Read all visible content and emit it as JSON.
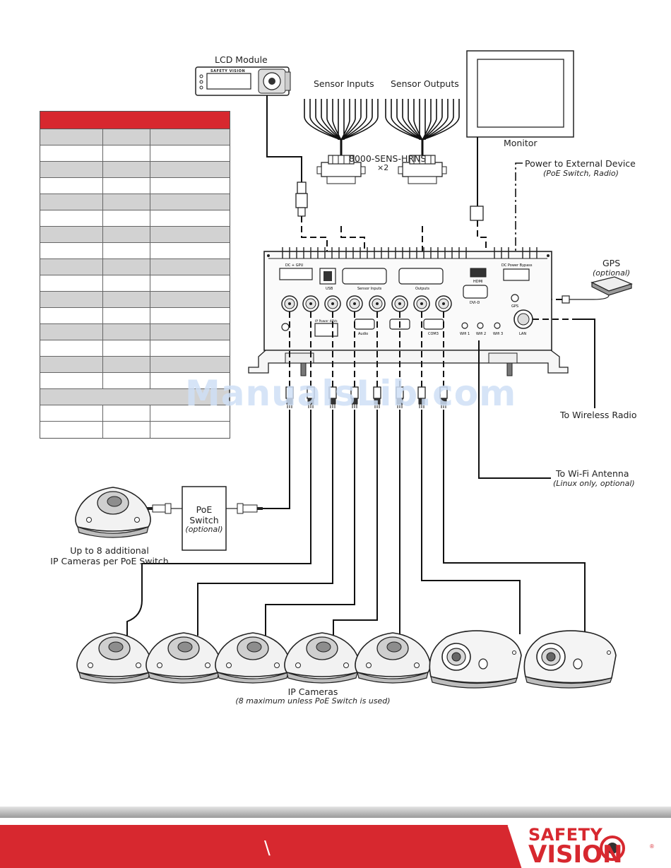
{
  "labels": {
    "lcd_module": "LCD Module",
    "lcd_brand": "SAFETY VISION",
    "sensor_inputs": "Sensor Inputs",
    "sensor_outputs": "Sensor Outputs",
    "harness": "8000-SENS-HRNS",
    "harness_qty": "×2",
    "monitor": "Monitor",
    "power_ext": "Power to External Device",
    "power_ext_sub": "(PoE Switch, Radio)",
    "gps": "GPS",
    "gps_sub": "(optional)",
    "wireless": "To Wireless Radio",
    "wifi": "To Wi-Fi Antenna",
    "wifi_sub": "(Linux only, optional)",
    "poe_1": "PoE",
    "poe_2": "Switch",
    "poe_3": "(optional)",
    "additional_1": "Up to 8 additional",
    "additional_2": "IP Cameras per PoE Switch",
    "ip_cameras": "IP Cameras",
    "ip_cameras_sub": "(8 maximum unless PoE Switch is used)"
  },
  "recorder_ports": {
    "usb": "USB",
    "sensor_inputs": "Sensor Inputs",
    "outputs": "Outputs",
    "hdmi": "HDMI",
    "dvi": "DVI-D",
    "power_bypass": "DC Power Bypass",
    "gps": "GPS",
    "audio": "Audio",
    "com": "COM3",
    "lan": "LAN",
    "wifi1": "Wifi 1",
    "wifi2": "Wifi 2",
    "wifi3": "Wifi 3",
    "dc_in": "DC + GPU",
    "ip_power": "IP Power 48Vs"
  },
  "watermark": "ManualsLib.com",
  "footer": {
    "slash": "\\",
    "brand_top": "SAFETY",
    "brand_bottom": "VISION",
    "registered": "®"
  },
  "colors": {
    "accent_red": "#d7282f",
    "table_grey": "#d2d2d2",
    "line": "#111111"
  }
}
